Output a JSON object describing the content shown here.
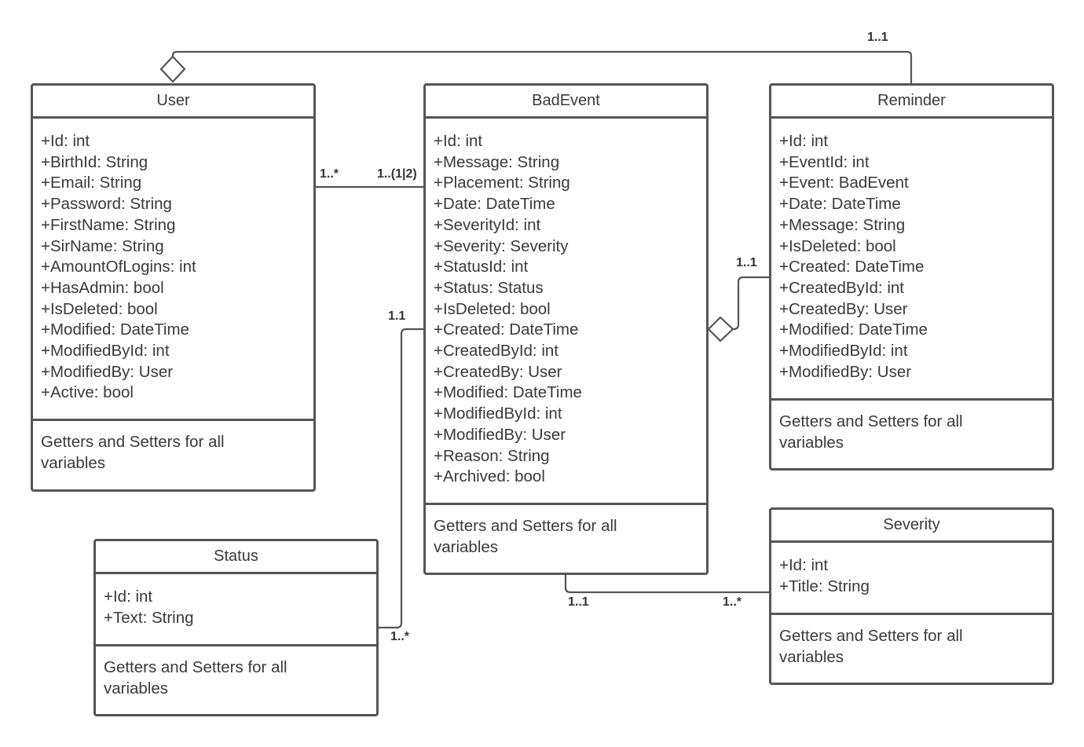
{
  "classes": {
    "user": {
      "name": "User",
      "attributes": [
        "+Id: int",
        "+BirthId: String",
        "+Email: String",
        "+Password: String",
        "+FirstName: String",
        "+SirName: String",
        "+AmountOfLogins: int",
        "+HasAdmin: bool",
        "+IsDeleted: bool",
        "+Modified: DateTime",
        "+ModifiedById: int",
        "+ModifiedBy: User",
        "+Active: bool"
      ],
      "methods": "Getters and Setters for all variables"
    },
    "badevent": {
      "name": "BadEvent",
      "attributes": [
        "+Id: int",
        "+Message: String",
        "+Placement: String",
        "+Date: DateTime",
        "+SeverityId: int",
        "+Severity: Severity",
        "+StatusId: int",
        "+Status: Status",
        "+IsDeleted: bool",
        "+Created: DateTime",
        "+CreatedById: int",
        "+CreatedBy: User",
        "+Modified: DateTime",
        "+ModifiedById: int",
        "+ModifiedBy: User",
        "+Reason: String",
        "+Archived: bool"
      ],
      "methods": "Getters and Setters for all variables"
    },
    "reminder": {
      "name": "Reminder",
      "attributes": [
        "+Id: int",
        "+EventId: int",
        "+Event: BadEvent",
        "+Date: DateTime",
        "+Message: String",
        "+IsDeleted: bool",
        "+Created: DateTime",
        "+CreatedById: int",
        "+CreatedBy: User",
        "+Modified: DateTime",
        "+ModifiedById: int",
        "+ModifiedBy: User"
      ],
      "methods": "Getters and Setters for all variables"
    },
    "status": {
      "name": "Status",
      "attributes": [
        "+Id: int",
        "+Text: String"
      ],
      "methods": "Getters and Setters for all variables"
    },
    "severity": {
      "name": "Severity",
      "attributes": [
        "+Id: int",
        "+Title: String"
      ],
      "methods": "Getters and Setters for all variables"
    }
  },
  "multiplicities": {
    "user_reminder": "1..1",
    "user_badevent_user_end": "1..*",
    "user_badevent_event_end": "1..(1|2)",
    "status_badevent_event_end": "1.1",
    "status_badevent_status_end": "1..*",
    "reminder_badevent": "1..1",
    "badevent_severity_event_end": "1..1",
    "badevent_severity_severity_end": "1..*"
  },
  "colors": {
    "line": "#555555",
    "text": "#3a3a3a",
    "background": "#ffffff"
  }
}
